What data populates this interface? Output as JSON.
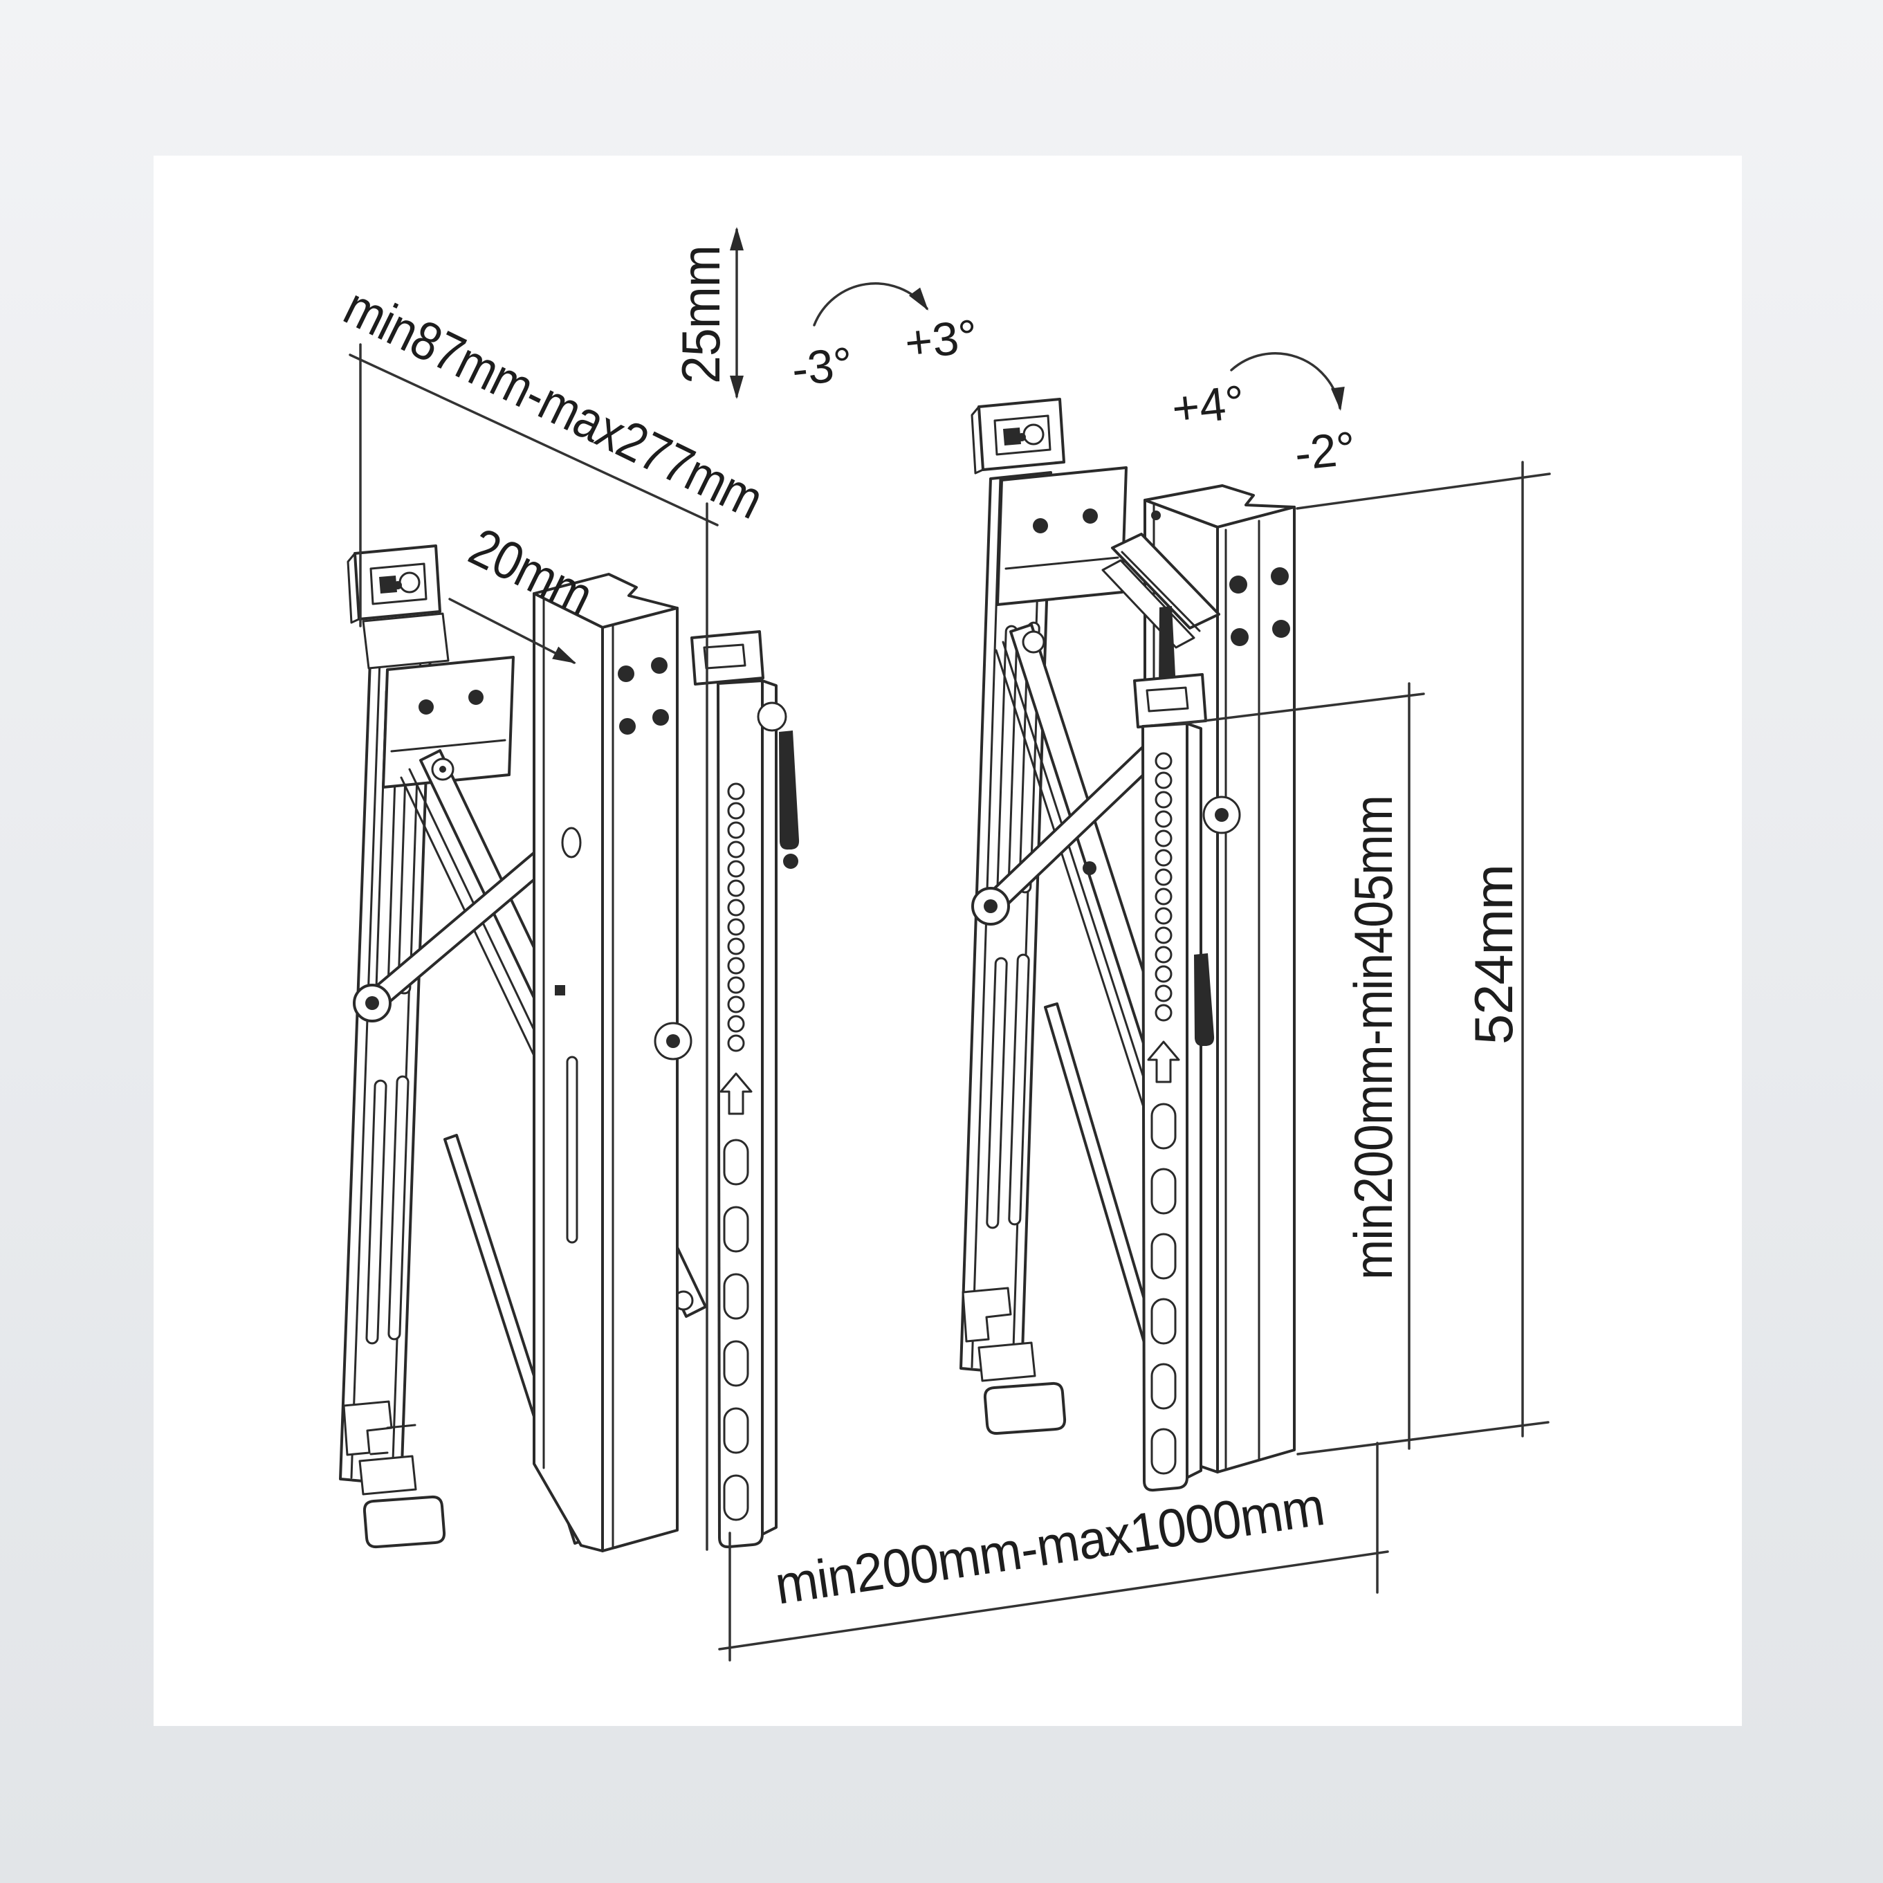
{
  "diagram": {
    "title": "wall-mount-bracket-dimension-drawing",
    "colors": {
      "background_top": "#f2f3f5",
      "background_bottom": "#e2e5e8",
      "paper": "#ffffff",
      "line": "#2a2a2a",
      "text": "#1d1d1d"
    },
    "labels": {
      "depth_range": "min87mm-max277mm",
      "plate_gap": "20mm",
      "height_adjust": "25mm",
      "tilt_left_neg": "-3°",
      "tilt_left_pos": "+3°",
      "tilt_right_pos": "+4°",
      "tilt_right_neg": "-2°",
      "vesa_height_range": "min200mm-min405mm",
      "column_height": "524mm",
      "rail_width_range": "min200mm-max1000mm"
    }
  }
}
